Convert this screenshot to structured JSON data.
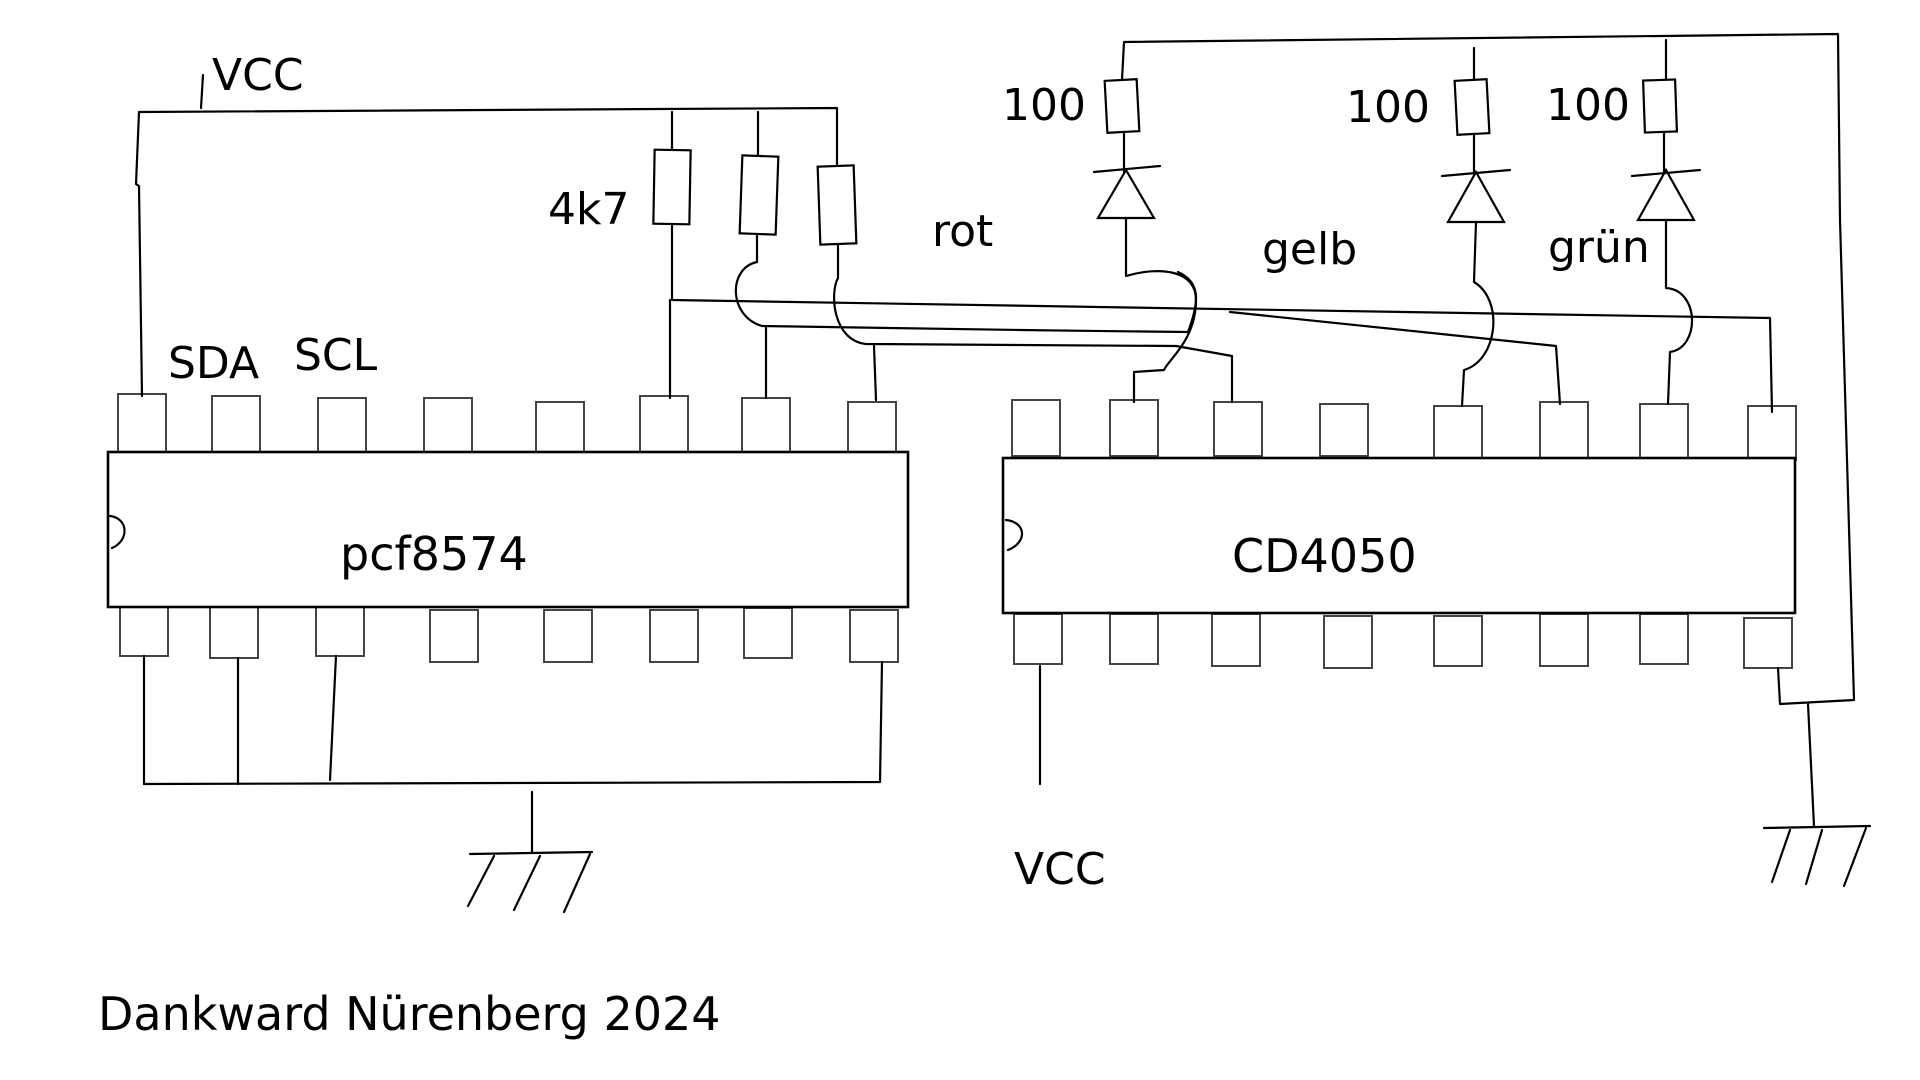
{
  "labels": {
    "vcc_top": "VCC",
    "vcc_bottom": "VCC",
    "sda": "SDA",
    "scl": "SCL",
    "pullup_value": "4k7",
    "led_red": "rot",
    "led_yellow": "gelb",
    "led_green": "grün",
    "resistor_red": "100",
    "resistor_yellow": "100",
    "resistor_green": "100"
  },
  "chips": {
    "left": "pcf8574",
    "right": "CD4050"
  },
  "footer": "Dankward Nürenberg 2024"
}
